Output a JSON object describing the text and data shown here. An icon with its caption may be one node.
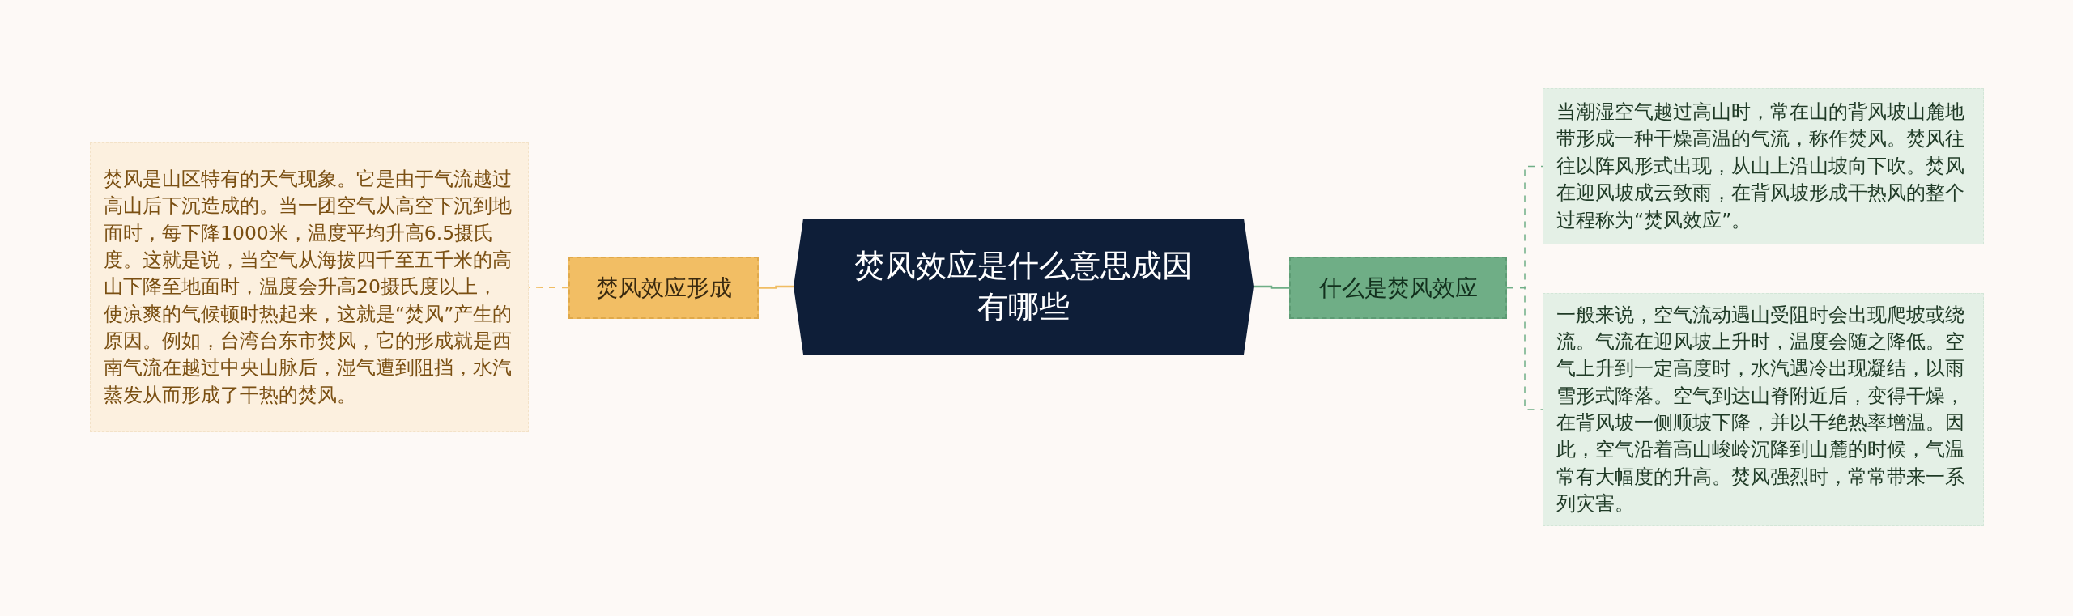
{
  "diagram": {
    "nodes": [
      {
        "text": [
          "焚风效应是什么意思成因有哪些"
        ]
      },
      {
        "text": [
          "焚风效应形成"
        ]
      },
      {
        "text": [
          "焚风是山区特有的天气现象。它是由于气流越过高山后下沉造成的。当一团空气从高空下沉到地面时，每下降1000米，温度平均升高6.5摄氏度。这就是说，当空气从海拔四千至五千米的高山下降至地面时，温度会升高20摄氏度以上，使凉爽的气候顿时热起来，这就是“焚风”产生的原因。例如，台湾台东市焚风，它的形成就是西南气流在越过中央山脉后，湿气遭到阻挡，水汽蒸发从而形成了干热的焚风。"
        ]
      },
      {
        "text": [
          "什么是焚风效应"
        ]
      },
      {
        "text": [
          "当潮湿空气越过高山时，常在山的背风坡山麓地带形成一种干燥高温的气流，称作焚风。焚风往往以阵风形式出现，从山上沿山坡向下吹。焚风在迎风坡成云致雨，在背风坡形成干热风的整个过程称为“焚风效应”。"
        ]
      },
      {
        "text": [
          "一般来说，空气流动遇山受阻时会出现爬坡或绕流。气流在迎风坡上升时，温度会随之降低。空气上升到一定高度时，水汽遇冷出现凝结，以雨雪形式降落。空气到达山脊附近后，变得干燥，在背风坡一侧顺坡下降，并以干绝热率增温。因此，空气沿着高山峻岭沉降到山麓的时候，气温常有大幅度的升高。焚风强烈时，常常带来一系列灾害。"
        ]
      }
    ],
    "edges": [
      {
        "from": 0,
        "to": 1,
        "arrow": "none",
        "color": "#f0bd63"
      },
      {
        "from": 1,
        "to": 2,
        "arrow": "none",
        "style": "dashed",
        "color": "#f0bd63"
      },
      {
        "from": 0,
        "to": 3,
        "arrow": "none"
      },
      {
        "from": 3,
        "to": 4,
        "arrow": "none",
        "style": "dashed"
      },
      {
        "from": 3,
        "to": 5,
        "arrow": "none",
        "style": "dashed"
      }
    ]
  }
}
